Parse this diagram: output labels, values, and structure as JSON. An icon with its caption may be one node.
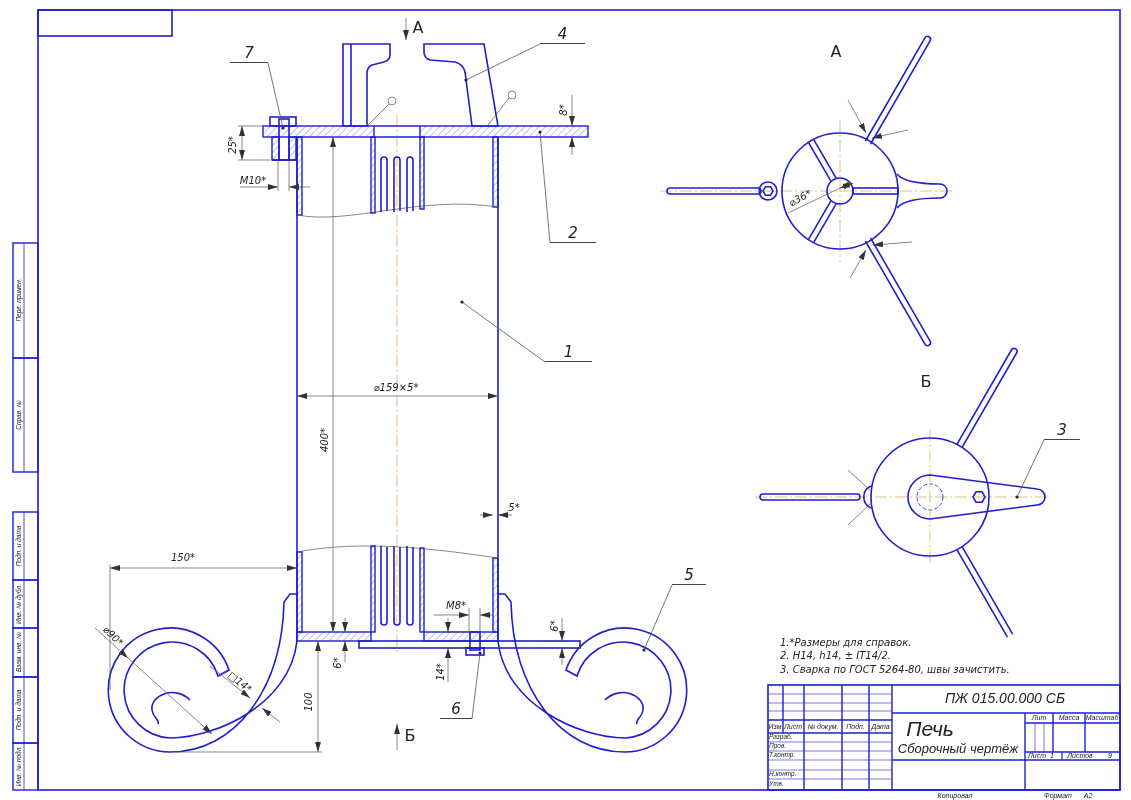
{
  "diagram": {
    "nodes": [
      {
        "text": [
          "4"
        ]
      },
      {
        "text": [
          "7"
        ]
      },
      {
        "text": [
          "2"
        ]
      },
      {
        "text": [
          "1"
        ]
      },
      {
        "text": [
          "3"
        ]
      },
      {
        "text": [
          "5"
        ]
      },
      {
        "text": [
          "6"
        ]
      }
    ],
    "edges": [
      {
        "from": 0,
        "to": null,
        "arrow": "other"
      },
      {
        "from": 1,
        "to": null,
        "arrow": "other"
      },
      {
        "from": 2,
        "to": null,
        "arrow": "other"
      },
      {
        "from": 3,
        "to": null,
        "arrow": "other"
      },
      {
        "from": 4,
        "to": null,
        "arrow": "other"
      },
      {
        "from": 5,
        "to": null,
        "arrow": "other"
      },
      {
        "from": 6,
        "to": null,
        "arrow": "other"
      }
    ],
    "labels": [
      "А",
      "А",
      "8*",
      "25*",
      "M10*",
      "⌀36*",
      "⌀159×5*",
      "Б",
      "400*",
      "5*",
      "150*",
      "M8*",
      "⌀90*",
      "6*",
      "6*",
      "□14*",
      "14*",
      "100",
      "Б",
      "1.*Размеры для справок.",
      "2. H14, h14, ± IT14/2.",
      "3. Сварка по ГОСТ 5264-80, швы зачистить.",
      "ПЖ 015.00.000 СБ",
      "Лит",
      "Масса",
      "Масштаб",
      "Изм",
      "Лист",
      "№ докум.",
      "Подп.",
      "Дата",
      "Печь",
      "Разраб.",
      "Пров.",
      "Т.контр.",
      "Сборочный чертёж",
      "Лист",
      "1",
      "Листов",
      "9",
      "Н.контр.",
      "Утв.",
      "Копировал",
      "Формат",
      "A2",
      "Перв. примен.",
      "Справ. №",
      "Подп. и дата",
      "Инв. № дубл.",
      "Взам. инв. №",
      "Подп. и дата",
      "Инв. № подл."
    ]
  }
}
